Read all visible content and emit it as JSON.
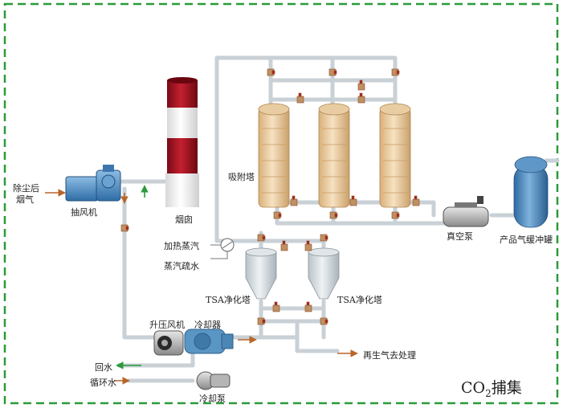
{
  "labels": {
    "inlet_line1": "除尘后",
    "inlet_line2": "烟气",
    "exhaust_fan": "抽风机",
    "chimney": "烟囱",
    "adsorption_tower": "吸附塔",
    "heating_steam": "加热蒸汽",
    "steam_drain": "蒸汽疏水",
    "tsa_left": "TSA净化塔",
    "tsa_right": "TSA净化塔",
    "vacuum_pump": "真空泵",
    "buffer_tank": "产品气缓冲罐",
    "booster_fan": "升压风机",
    "cooler": "冷却器",
    "return_water": "回水",
    "circulating_water": "循环水",
    "cooling_pump": "冷却泵",
    "regen_gas": "再生气去处理",
    "capture_main": "CO",
    "capture_sub": "2",
    "capture_tail": "捕集"
  },
  "colors": {
    "border": "#2a9a3a",
    "pipe": "#d4dadf",
    "arrow": "#b8652a",
    "fan_blue": "#4a8ac0",
    "tower_tan": "#e8c99a",
    "chimney_red": "#a01020",
    "valve_red": "#b02020",
    "tank_blue": "#3f7fb6"
  }
}
